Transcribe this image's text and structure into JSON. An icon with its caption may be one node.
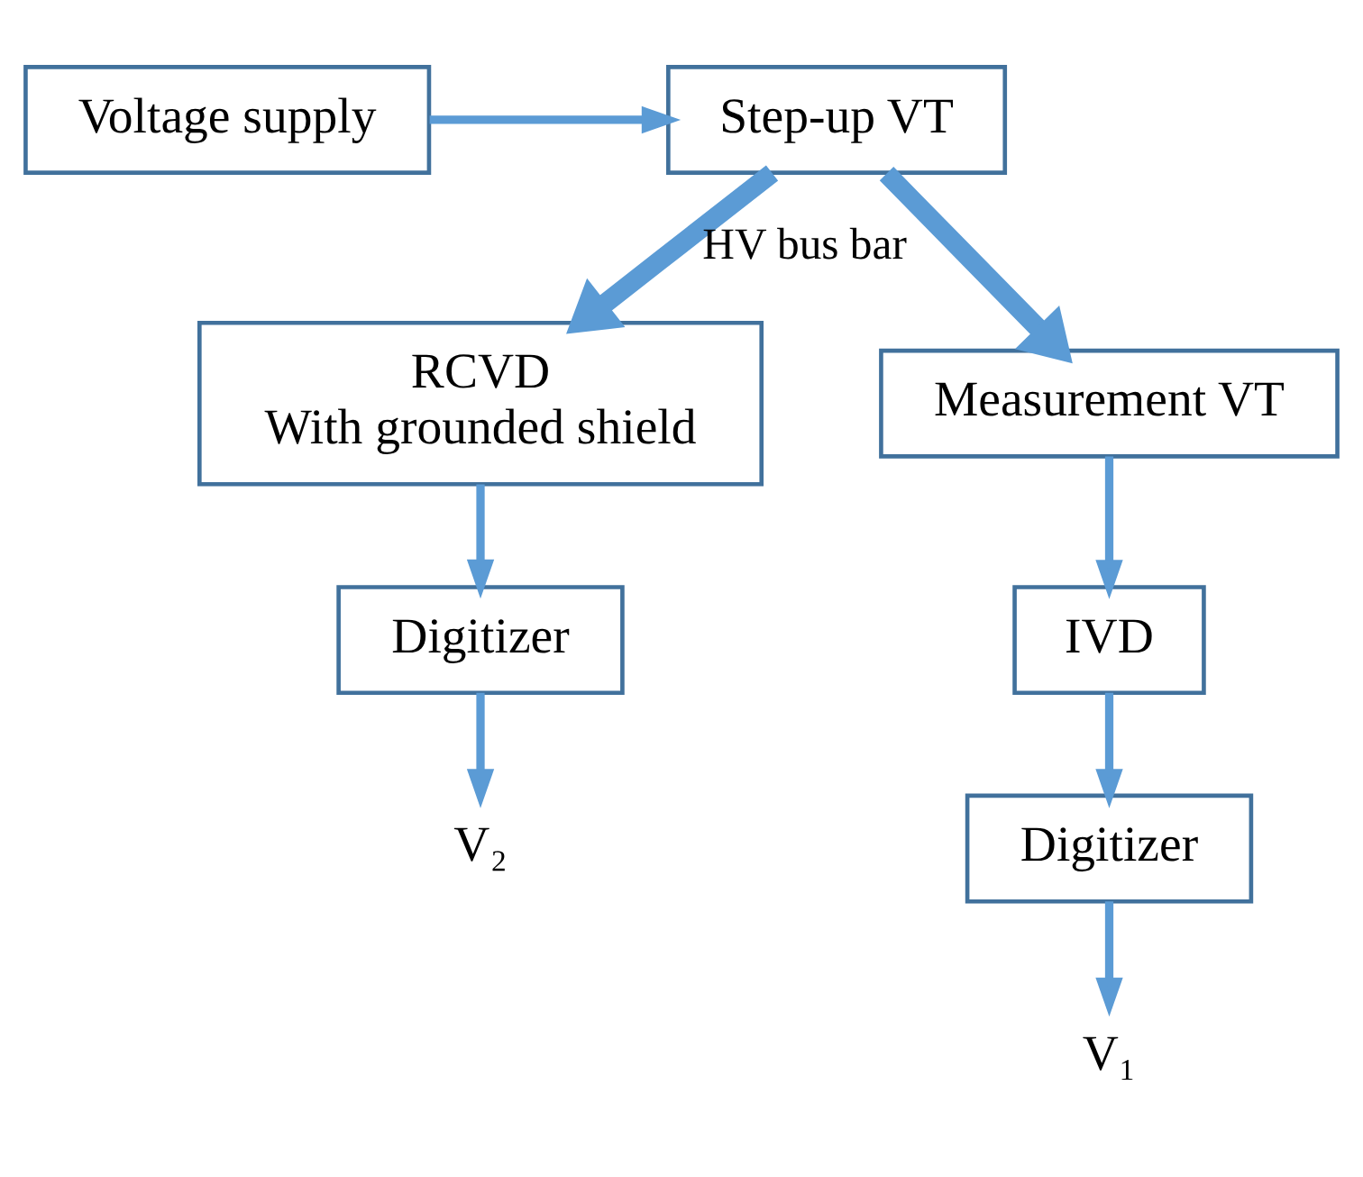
{
  "diagram": {
    "nodes": [
      {
        "text": [
          "Voltage supply"
        ]
      },
      {
        "text": [
          "Step-up VT"
        ]
      },
      {
        "text": [
          "RCVD With grounded shield"
        ]
      },
      {
        "text": [
          "Digitizer"
        ]
      },
      {
        "text": [
          "V₂"
        ]
      },
      {
        "text": [
          "Measurement VT"
        ]
      },
      {
        "text": [
          "IVD"
        ]
      },
      {
        "text": [
          "Digitizer"
        ]
      },
      {
        "text": [
          "V₁"
        ]
      }
    ],
    "edges": [
      {
        "from": 0,
        "to": 1,
        "arrow": "to"
      },
      {
        "from": 1,
        "to": 2,
        "arrow": "to",
        "label": "HV bus bar",
        "style": "thick"
      },
      {
        "from": 1,
        "to": 5,
        "arrow": "to",
        "style": "thick"
      },
      {
        "from": 2,
        "to": 3,
        "arrow": "to"
      },
      {
        "from": 3,
        "to": 4,
        "arrow": "to"
      },
      {
        "from": 5,
        "to": 6,
        "arrow": "to"
      },
      {
        "from": 6,
        "to": 7,
        "arrow": "to"
      },
      {
        "from": 7,
        "to": 8,
        "arrow": "to"
      }
    ]
  }
}
